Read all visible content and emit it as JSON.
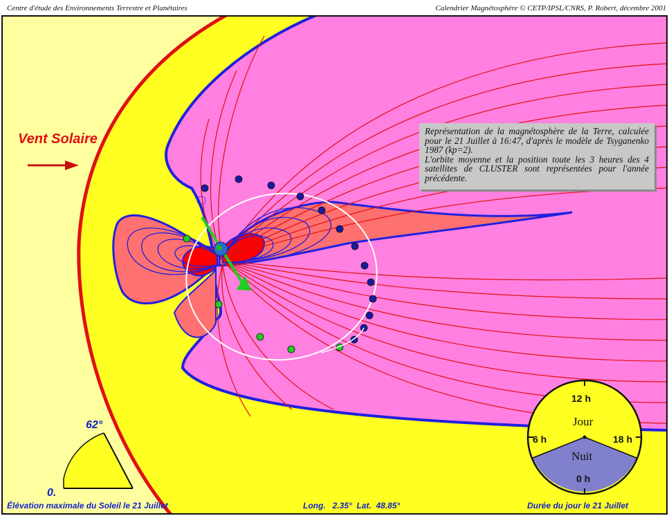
{
  "header": {
    "left": "Centre d'étude des Environnements Terrestre et Planétaires",
    "right": "Calendrier Magnétosphère  ©  CETP/IPSL/CNRS, P. Robert, décembre 2001"
  },
  "solar_wind_label": "Vent Solaire",
  "info": {
    "line1": "Représentation de la magnétosphère de la Terre, calculée pour le 21 Juillet à 16:47, d'après le modèle de Tsyganenko 1987 (kp=2).",
    "line2": "L'orbite moyenne et la position toute les 3 heures des 4 satellites de CLUSTER sont représentées pour l'année précédente."
  },
  "elevation": {
    "max_label": "62°",
    "min_label": "0.",
    "max_value_deg": 62,
    "caption": "Élévation maximale du Soleil le 21 Juillet"
  },
  "location": {
    "text": "Long.   2.35°  Lat.  48.85°"
  },
  "clock": {
    "h12": "12 h",
    "h6": "6 h",
    "h18": "18 h",
    "h0": "0 h",
    "day_word": "Jour",
    "night_word": "Nuit",
    "caption": "Durée du jour le 21 Juillet",
    "colors": {
      "day": "#ffff22",
      "night": "#8080cc"
    }
  },
  "colors": {
    "background_outer": "#ffffa0",
    "sheath": "#ffff22",
    "magnetosphere": "#ff80e0",
    "inner_lobes": "#ff7070",
    "core": "#ff0000",
    "field_lines": "#e01010",
    "magnetopause": "#2020e0",
    "bow_shock": "#e01010"
  }
}
